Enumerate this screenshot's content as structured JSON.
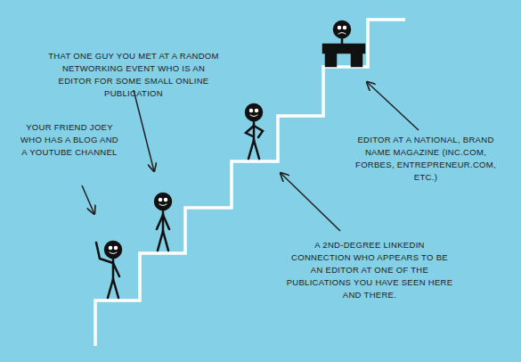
{
  "diagram": {
    "labels": [
      "THAT ONE GUY YOU MET AT A RANDOM NETWORKING EVENT WHO IS AN EDITOR FOR SOME SMALL ONLINE PUBLICATION",
      "YOUR FRIEND JOEY WHO HAS A BLOG AND A YOUTUBE CHANNEL",
      "EDITOR AT A NATIONAL, BRAND NAME MAGAZINE (INC.COM, FORBES, ENTREPRENEUR.COM, ETC.)",
      "A 2ND-DEGREE LINKEDIN CONNECTION WHO APPEARS TO BE AN EDITOR AT ONE OF THE PUBLICATIONS YOU HAVE SEEN HERE AND THERE."
    ]
  }
}
